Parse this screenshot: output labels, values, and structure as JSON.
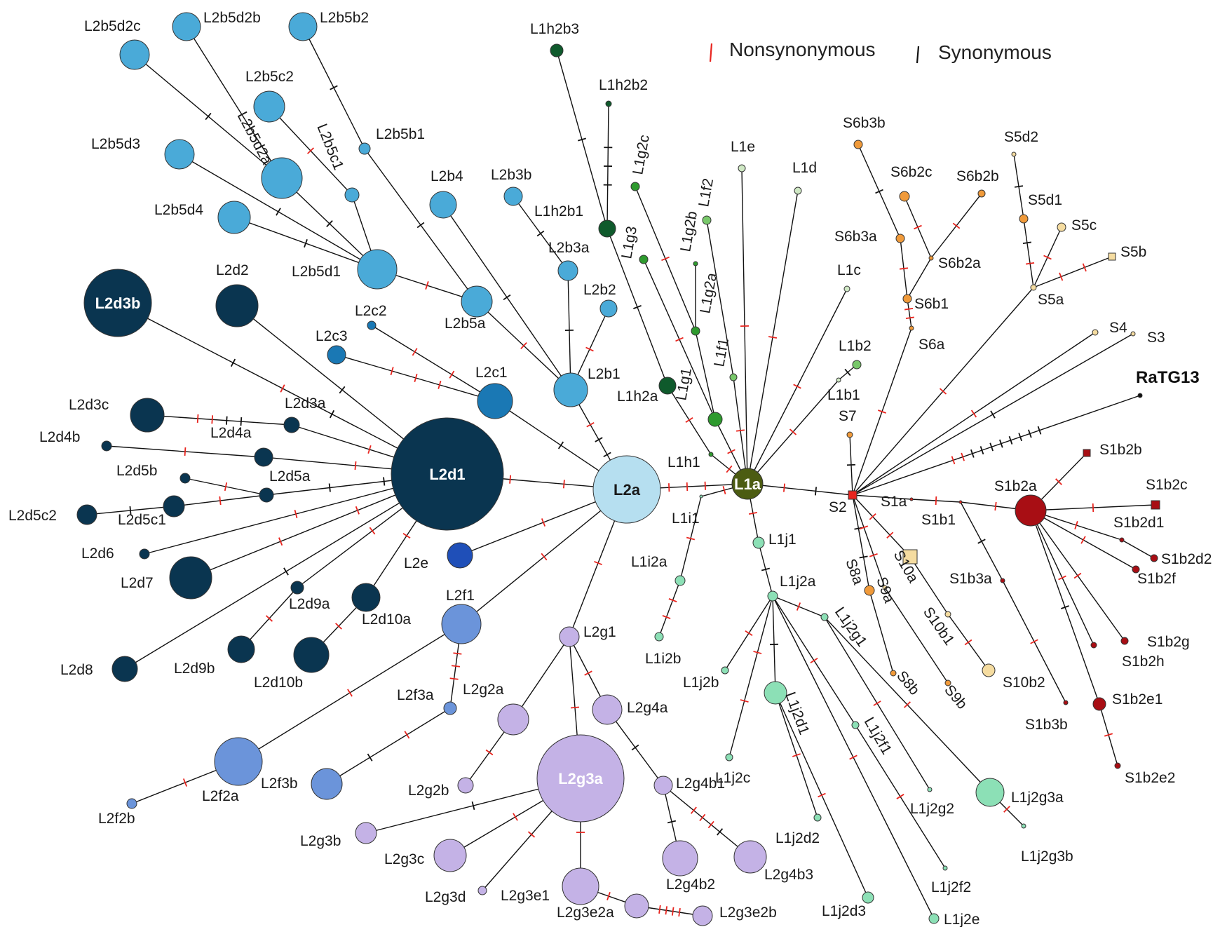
{
  "legend": {
    "items": [
      {
        "label": "Nonsynonymous",
        "color": "#e8251f"
      },
      {
        "label": "Synonymous",
        "color": "#111111"
      }
    ]
  },
  "colors": {
    "L2d": "#0a3550",
    "L2b": "#4aaad8",
    "L2c": "#1a78b4",
    "L2a": "#b6dff0",
    "L2e": "#1f4fb8",
    "L2f": "#6b94da",
    "L2g": "#c4b2e6",
    "L1h": "#0f5a2c",
    "L1g": "#2e9a2e",
    "L1f": "#78c86a",
    "L1a": "#4c5c12",
    "L1light": "#cfe8c4",
    "L1j": "#8ce0b6",
    "S_orange": "#f09a3a",
    "S_light": "#f5dca0",
    "S2": "#e8251f",
    "S1b": "#a80e14",
    "RaTG13": "#111111"
  },
  "nodes": [
    {
      "label": "L2d1"
    },
    {
      "label": "L2d3b"
    },
    {
      "label": "L2d2"
    },
    {
      "label": "L2d3a"
    },
    {
      "label": "L2d3c"
    },
    {
      "label": "L2d4a"
    },
    {
      "label": "L2d4b"
    },
    {
      "label": "L2d5a"
    },
    {
      "label": "L2d5b"
    },
    {
      "label": "L2d5c1"
    },
    {
      "label": "L2d5c2"
    },
    {
      "label": "L2d6"
    },
    {
      "label": "L2d7"
    },
    {
      "label": "L2d8"
    },
    {
      "label": "L2d9a"
    },
    {
      "label": "L2d9b"
    },
    {
      "label": "L2d10a"
    },
    {
      "label": "L2d10b"
    },
    {
      "label": "L2e"
    },
    {
      "label": "L2a"
    },
    {
      "label": "L2c1"
    },
    {
      "label": "L2c2"
    },
    {
      "label": "L2c3"
    },
    {
      "label": "L2b1"
    },
    {
      "label": "L2b2"
    },
    {
      "label": "L2b3a"
    },
    {
      "label": "L2b3b"
    },
    {
      "label": "L2b4"
    },
    {
      "label": "L2b5a"
    },
    {
      "label": "L2b5d1"
    },
    {
      "label": "L2b5d2a"
    },
    {
      "label": "L2b5d2b"
    },
    {
      "label": "L2b5d2c"
    },
    {
      "label": "L2b5d3"
    },
    {
      "label": "L2b5d4"
    },
    {
      "label": "L2b5c1"
    },
    {
      "label": "L2b5c2"
    },
    {
      "label": "L2b5b1"
    },
    {
      "label": "L2b5b2"
    },
    {
      "label": "L2f1"
    },
    {
      "label": "L2f2a"
    },
    {
      "label": "L2f2b"
    },
    {
      "label": "L2f3a"
    },
    {
      "label": "L2f3b"
    },
    {
      "label": "L2g1"
    },
    {
      "label": "L2g2a"
    },
    {
      "label": "L2g2b"
    },
    {
      "label": "L2g3a"
    },
    {
      "label": "L2g3b"
    },
    {
      "label": "L2g3c"
    },
    {
      "label": "L2g3d"
    },
    {
      "label": "L2g3e1"
    },
    {
      "label": "L2g3e2a"
    },
    {
      "label": "L2g3e2b"
    },
    {
      "label": "L2g4a"
    },
    {
      "label": "L2g4b1"
    },
    {
      "label": "L2g4b2"
    },
    {
      "label": "L2g4b3"
    },
    {
      "label": "L1a"
    },
    {
      "label": "L1h1"
    },
    {
      "label": "L1h2a"
    },
    {
      "label": "L1h2b1"
    },
    {
      "label": "L1h2b2"
    },
    {
      "label": "L1h2b3"
    },
    {
      "label": "L1g1"
    },
    {
      "label": "L1g2a"
    },
    {
      "label": "L1g2b"
    },
    {
      "label": "L1g2c"
    },
    {
      "label": "L1g3"
    },
    {
      "label": "L1f1"
    },
    {
      "label": "L1f2"
    },
    {
      "label": "L1e"
    },
    {
      "label": "L1d"
    },
    {
      "label": "L1c"
    },
    {
      "label": "L1b1"
    },
    {
      "label": "L1b2"
    },
    {
      "label": "L1i1"
    },
    {
      "label": "L1i2a"
    },
    {
      "label": "L1i2b"
    },
    {
      "label": "L1j1"
    },
    {
      "label": "L1j2a"
    },
    {
      "label": "L1j2b"
    },
    {
      "label": "L1j2c"
    },
    {
      "label": "L1j2d1"
    },
    {
      "label": "L1j2d2"
    },
    {
      "label": "L1j2d3"
    },
    {
      "label": "L1j2e"
    },
    {
      "label": "L1j2f1"
    },
    {
      "label": "L1j2f2"
    },
    {
      "label": "L1j2g1"
    },
    {
      "label": "L1j2g2"
    },
    {
      "label": "L1j2g3a"
    },
    {
      "label": "L1j2g3b"
    },
    {
      "label": "S2"
    },
    {
      "label": "S7"
    },
    {
      "label": "S1a"
    },
    {
      "label": "S1b1"
    },
    {
      "label": "S1b2a"
    },
    {
      "label": "S1b2b"
    },
    {
      "label": "S1b2c"
    },
    {
      "label": "S1b2d1"
    },
    {
      "label": "S1b2d2"
    },
    {
      "label": "S1b2f"
    },
    {
      "label": "S1b2g"
    },
    {
      "label": "S1b2h"
    },
    {
      "label": "S1b2e1"
    },
    {
      "label": "S1b2e2"
    },
    {
      "label": "S1b3a"
    },
    {
      "label": "S1b3b"
    },
    {
      "label": "RaTG13"
    },
    {
      "label": "S3"
    },
    {
      "label": "S4"
    },
    {
      "label": "S5a"
    },
    {
      "label": "S5b"
    },
    {
      "label": "S5c"
    },
    {
      "label": "S5d1"
    },
    {
      "label": "S5d2"
    },
    {
      "label": "S6a"
    },
    {
      "label": "S6b1"
    },
    {
      "label": "S6b2a"
    },
    {
      "label": "S6b2b"
    },
    {
      "label": "S6b2c"
    },
    {
      "label": "S6b3a"
    },
    {
      "label": "S6b3b"
    },
    {
      "label": "S8a"
    },
    {
      "label": "S8b"
    },
    {
      "label": "S9a"
    },
    {
      "label": "S9b"
    },
    {
      "label": "S10a"
    },
    {
      "label": "S10b1"
    },
    {
      "label": "S10b2"
    }
  ]
}
